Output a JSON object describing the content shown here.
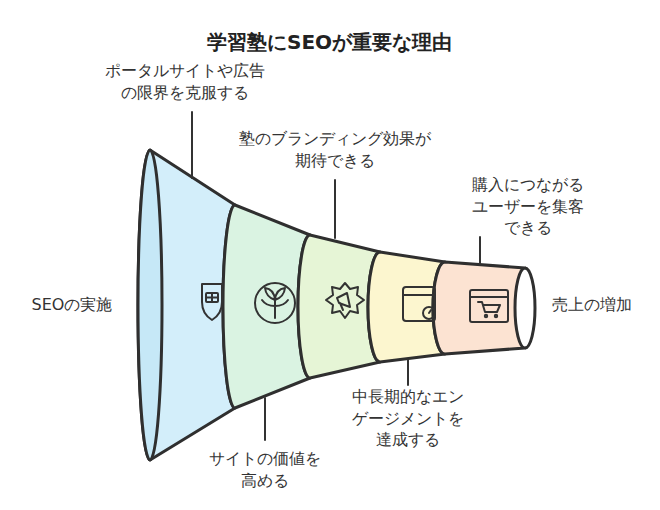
{
  "diagram": {
    "title": "学習塾にSEOが重要な理由",
    "labels": [
      "ポータルサイトや広告 の限界を克服する",
      "塾のブランディング効果が 期待できる",
      "購入につながる ユーザーを集客 できる",
      "SEOの実施",
      "売上の増加",
      "サイトの価値を 高める",
      "中長期的なエン ゲージメントを 達成する"
    ]
  }
}
